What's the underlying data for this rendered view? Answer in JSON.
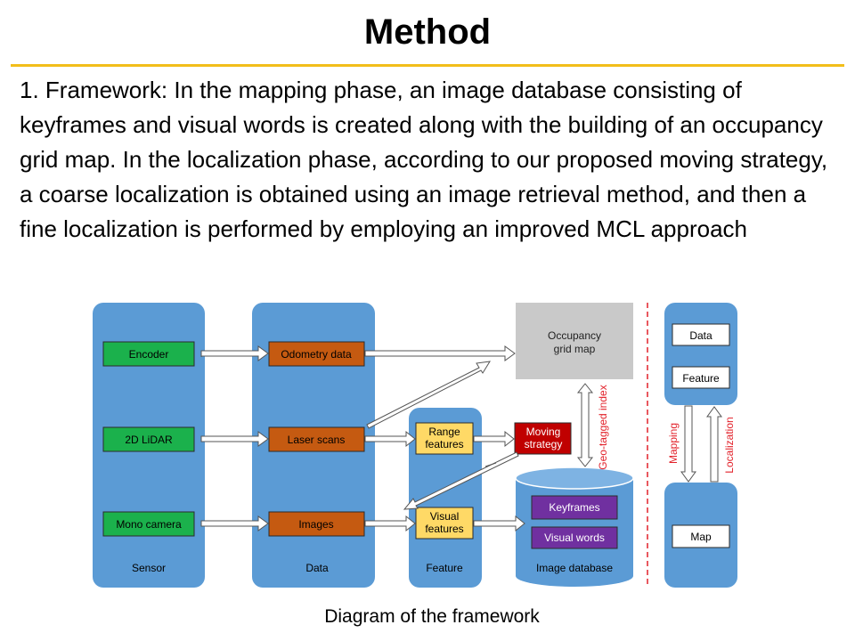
{
  "slide": {
    "title": "Method",
    "body": "1. Framework: In the mapping phase, an image database consisting of keyframes and visual words is created along with the building of an occupancy grid map. In the localization phase, according to our proposed moving strategy, a coarse localization is obtained using an image retrieval method, and then a fine localization is performed by employing an improved MCL approach",
    "caption": "Diagram of the framework"
  },
  "diagram": {
    "columns": {
      "sensor": "Sensor",
      "data": "Data",
      "feature": "Feature",
      "image_database": "Image database"
    },
    "sensor_items": {
      "encoder": "Encoder",
      "lidar": "2D LiDAR",
      "camera": "Mono camera"
    },
    "data_items": {
      "odometry": "Odometry data",
      "laser": "Laser scans",
      "images": "Images"
    },
    "feature_items": {
      "range_1": "Range",
      "range_2": "features",
      "visual_1": "Visual",
      "visual_2": "features"
    },
    "moving_strategy": {
      "line1": "Moving",
      "line2": "strategy"
    },
    "occupancy": {
      "line1": "Occupancy",
      "line2": "grid map"
    },
    "db_items": {
      "keyframes": "Keyframes",
      "visual_words": "Visual words"
    },
    "geo_tagged_label": "Geo-tagged index",
    "legend": {
      "data": "Data",
      "feature": "Feature",
      "map": "Map",
      "mapping": "Mapping",
      "localization": "Localization"
    },
    "colors": {
      "panel_blue": "#5B9BD5",
      "green": "#1BB14C",
      "orange": "#C55A11",
      "yellow": "#FFD966",
      "red": "#C00000",
      "purple": "#7030A0",
      "gray": "#C9C9C9",
      "dashed_red": "#E2212A",
      "rule_gold": "#F2BE1A"
    }
  }
}
